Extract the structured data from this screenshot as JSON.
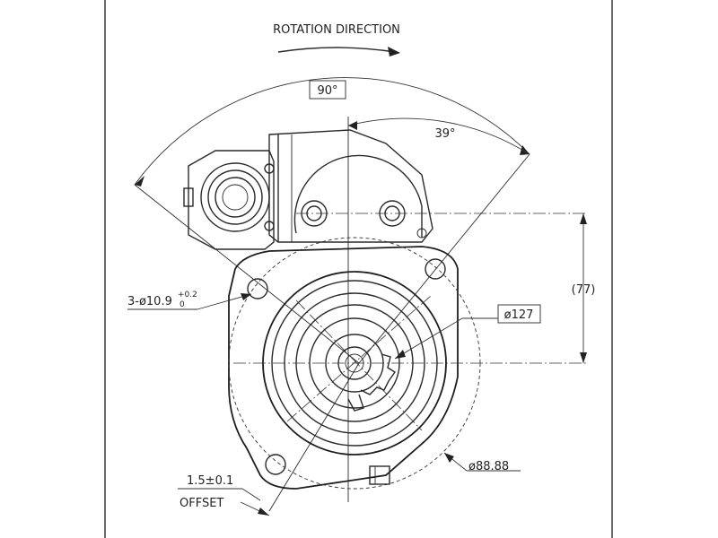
{
  "title": "ROTATION DIRECTION",
  "dimensions": {
    "angle_total": "90°",
    "angle_partial": "39°",
    "vertical_ref": "(77)",
    "pilot_diameter": "ø127",
    "bolt_circle": "ø88.88",
    "holes_prefix": "3-ø10.9",
    "holes_tolerance": "+0.2",
    "holes_tolerance_low": "0",
    "offset_value": "1.5±0.1",
    "offset_label": "OFFSET"
  },
  "colors": {
    "line": "#2a2a2a",
    "background": "#ffffff"
  }
}
